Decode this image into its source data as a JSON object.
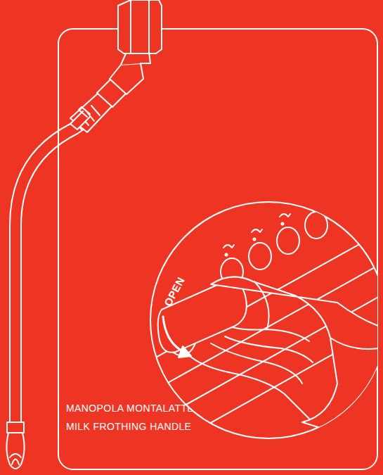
{
  "diagram": {
    "nodes": [
      {
        "text": [
          "MANOPOLA MONTALATTE",
          "MILK FROTHING HANDLE"
        ]
      }
    ],
    "labels": [
      "OPEN"
    ]
  }
}
